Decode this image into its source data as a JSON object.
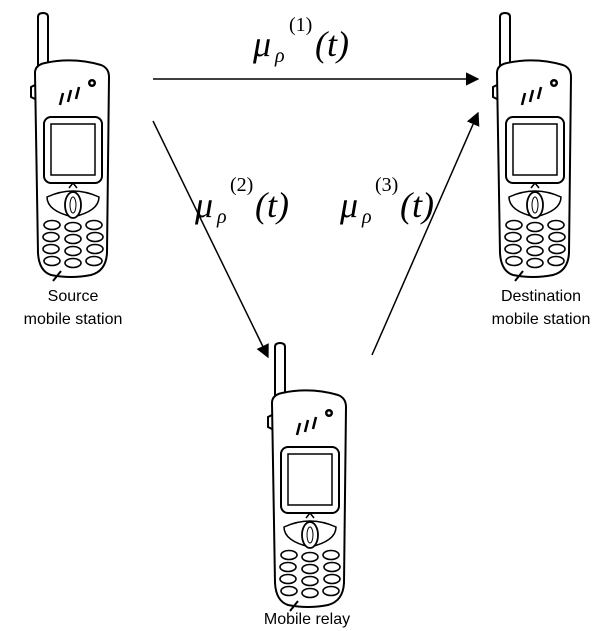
{
  "nodes": {
    "source": {
      "line1": "Source",
      "line2": "mobile station"
    },
    "destination": {
      "line1": "Destination",
      "line2": "mobile station"
    },
    "relay": {
      "line1": "Mobile relay"
    }
  },
  "links": {
    "l1": {
      "symbol": "μ",
      "sub": "ρ",
      "index": "(1)",
      "arg": "(t)"
    },
    "l2": {
      "symbol": "μ",
      "sub": "ρ",
      "index": "(2)",
      "arg": "(t)"
    },
    "l3": {
      "symbol": "μ",
      "sub": "ρ",
      "index": "(3)",
      "arg": "(t)"
    }
  }
}
